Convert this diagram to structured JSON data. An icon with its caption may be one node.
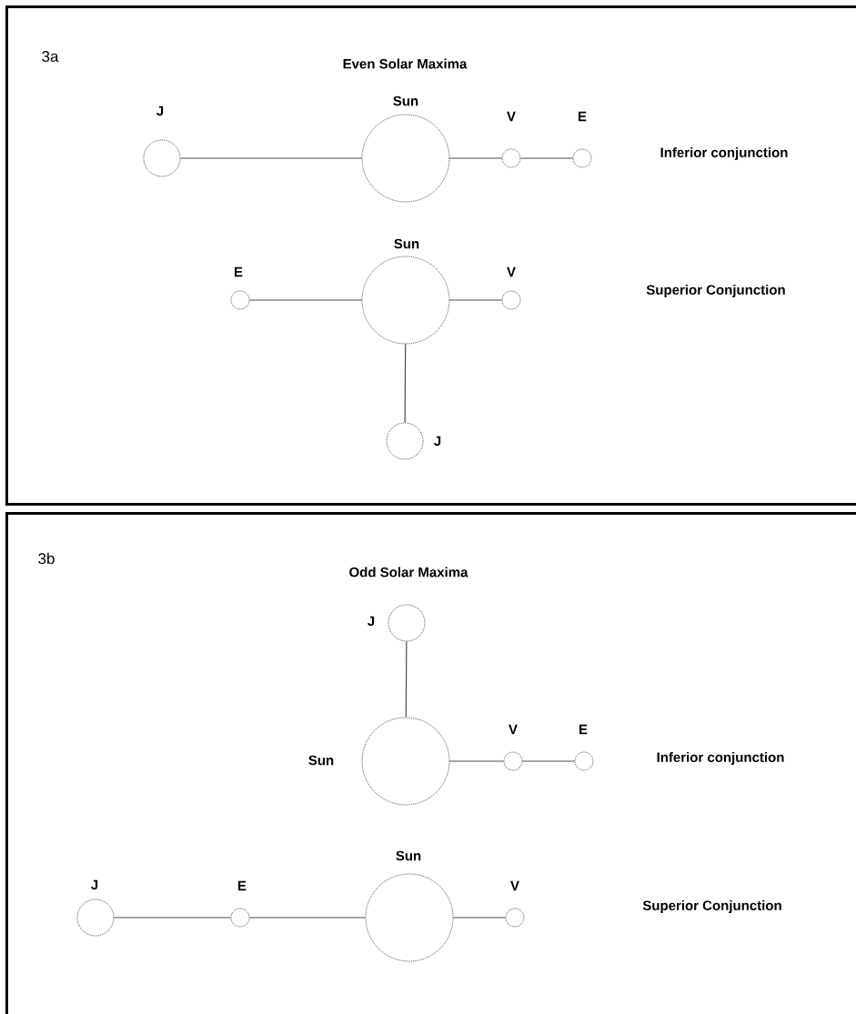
{
  "diagram": {
    "nodes": [
      {
        "text": [
          "3a",
          "Even Solar Maxima"
        ]
      },
      {
        "text": [
          "J"
        ],
        "in": 0
      },
      {
        "text": [
          "Sun"
        ],
        "in": 0
      },
      {
        "text": [
          "V"
        ],
        "in": 0
      },
      {
        "text": [
          "E"
        ],
        "in": 0
      },
      {
        "text": [
          "E"
        ],
        "in": 0
      },
      {
        "text": [
          "Sun"
        ],
        "in": 0
      },
      {
        "text": [
          "V"
        ],
        "in": 0
      },
      {
        "text": [
          "J"
        ],
        "in": 0
      },
      {
        "text": [
          "3b",
          "Odd Solar Maxima"
        ]
      },
      {
        "text": [
          "J"
        ],
        "in": 9
      },
      {
        "text": [
          "Sun"
        ],
        "in": 9
      },
      {
        "text": [
          "V"
        ],
        "in": 9
      },
      {
        "text": [
          "E"
        ],
        "in": 9
      },
      {
        "text": [
          "J"
        ],
        "in": 9
      },
      {
        "text": [
          "E"
        ],
        "in": 9
      },
      {
        "text": [
          "Sun"
        ],
        "in": 9
      },
      {
        "text": [
          "V"
        ],
        "in": 9
      }
    ],
    "edges": [
      {
        "from": 1,
        "to": 2,
        "arrow": "none"
      },
      {
        "from": 2,
        "to": 3,
        "arrow": "none"
      },
      {
        "from": 3,
        "to": 4,
        "arrow": "none"
      },
      {
        "from": 5,
        "to": 6,
        "arrow": "none"
      },
      {
        "from": 6,
        "to": 7,
        "arrow": "none"
      },
      {
        "from": 6,
        "to": 8,
        "arrow": "none"
      },
      {
        "from": 10,
        "to": 11,
        "arrow": "none"
      },
      {
        "from": 11,
        "to": 12,
        "arrow": "none"
      },
      {
        "from": 12,
        "to": 13,
        "arrow": "none"
      },
      {
        "from": 14,
        "to": 15,
        "arrow": "none"
      },
      {
        "from": 15,
        "to": 16,
        "arrow": "none"
      },
      {
        "from": 16,
        "to": 17,
        "arrow": "none"
      }
    ],
    "labels": [
      "Inferior conjunction",
      "Superior Conjunction",
      "Inferior conjunction",
      "Superior Conjunction"
    ]
  }
}
